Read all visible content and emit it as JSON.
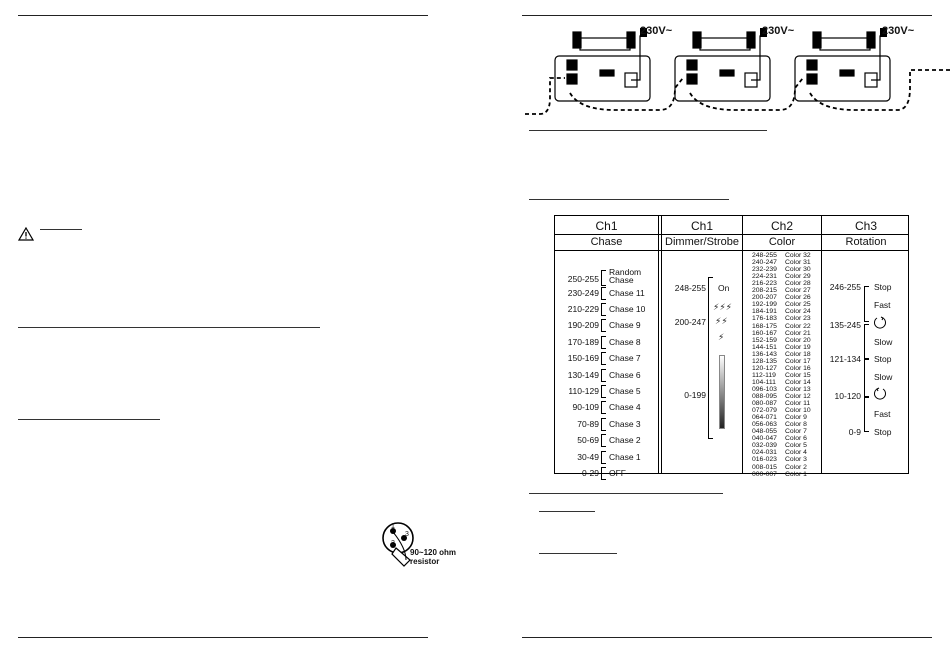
{
  "warning": {
    "icon": "warning-triangle-icon"
  },
  "xlr": {
    "pins": [
      "1",
      "2",
      "3"
    ],
    "resistor_label_1": "90~120 ohm",
    "resistor_label_2": "resistor"
  },
  "chain": {
    "voltage": "230V~"
  },
  "dmx": {
    "left_channel": {
      "title": "Ch1",
      "subtitle": "Chase",
      "rows": [
        {
          "value": "250-255",
          "label": "Random",
          "label2": "Chase"
        },
        {
          "value": "230-249",
          "label": "Chase 11"
        },
        {
          "value": "210-229",
          "label": "Chase 10"
        },
        {
          "value": "190-209",
          "label": "Chase 9"
        },
        {
          "value": "170-189",
          "label": "Chase 8"
        },
        {
          "value": "150-169",
          "label": "Chase 7"
        },
        {
          "value": "130-149",
          "label": "Chase 6"
        },
        {
          "value": "110-129",
          "label": "Chase 5"
        },
        {
          "value": "90-109",
          "label": "Chase 4"
        },
        {
          "value": "70-89",
          "label": "Chase 3"
        },
        {
          "value": "50-69",
          "label": "Chase 2"
        },
        {
          "value": "30-49",
          "label": "Chase 1"
        },
        {
          "value": "0-29",
          "label": "OFF"
        }
      ]
    },
    "ch1": {
      "title": "Ch1",
      "subtitle": "Dimmer/Strobe",
      "on_value": "248-255",
      "on_label": "On",
      "strobe_value": "200-247",
      "dim_value": "0-199"
    },
    "ch2": {
      "title": "Ch2",
      "subtitle": "Color",
      "rows": [
        [
          "248-255",
          "Color 32"
        ],
        [
          "240-247",
          "Color 31"
        ],
        [
          "232-239",
          "Color 30"
        ],
        [
          "224-231",
          "Color 29"
        ],
        [
          "216-223",
          "Color 28"
        ],
        [
          "208-215",
          "Color 27"
        ],
        [
          "200-207",
          "Color 26"
        ],
        [
          "192-199",
          "Color 25"
        ],
        [
          "184-191",
          "Color 24"
        ],
        [
          "176-183",
          "Color 23"
        ],
        [
          "168-175",
          "Color 22"
        ],
        [
          "160-167",
          "Color 21"
        ],
        [
          "152-159",
          "Color 20"
        ],
        [
          "144-151",
          "Color 19"
        ],
        [
          "136-143",
          "Color 18"
        ],
        [
          "128-135",
          "Color 17"
        ],
        [
          "120-127",
          "Color 16"
        ],
        [
          "112-119",
          "Color 15"
        ],
        [
          "104-111",
          "Color 14"
        ],
        [
          "096-103",
          "Color 13"
        ],
        [
          "088-095",
          "Color 12"
        ],
        [
          "080-087",
          "Color 11"
        ],
        [
          "072-079",
          "Color 10"
        ],
        [
          "064-071",
          "Color 9"
        ],
        [
          "056-063",
          "Color 8"
        ],
        [
          "048-055",
          "Color 7"
        ],
        [
          "040-047",
          "Color 6"
        ],
        [
          "032-039",
          "Color 5"
        ],
        [
          "024-031",
          "Color 4"
        ],
        [
          "016-023",
          "Color 3"
        ],
        [
          "008-015",
          "Color 2"
        ],
        [
          "000-007",
          "Color 1"
        ]
      ]
    },
    "ch3": {
      "title": "Ch3",
      "subtitle": "Rotation",
      "v1": "246-255",
      "l1": "Stop",
      "fast1": "Fast",
      "v2": "135-245",
      "slow1": "Slow",
      "v3": "121-134",
      "l3": "Stop",
      "slow2": "Slow",
      "v4": "10-120",
      "fast2": "Fast",
      "v5": "0-9",
      "l5": "Stop"
    }
  }
}
